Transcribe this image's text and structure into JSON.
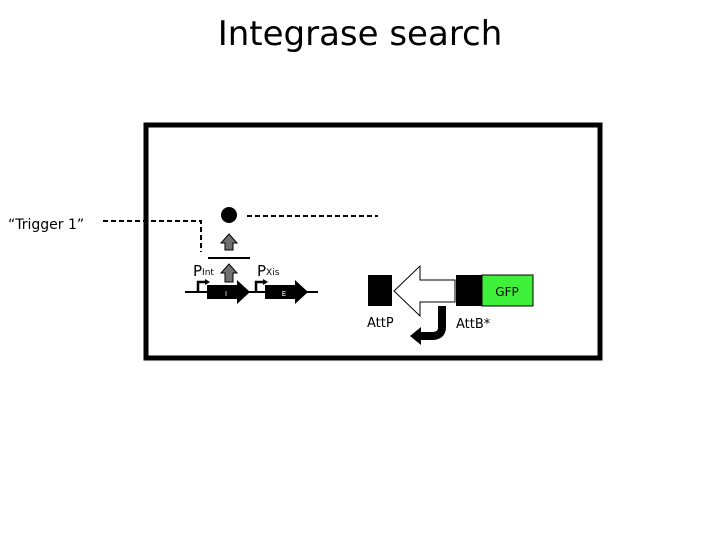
{
  "slide": {
    "title": "Integrase search",
    "trigger_label": "“Trigger 1”",
    "promoter_int": {
      "main": "P",
      "sub": "Int"
    },
    "promoter_xis": {
      "main": "P",
      "sub": "Xis"
    },
    "gene_i": "I",
    "gene_e": "E",
    "attp_label": "AttP",
    "attb_label": "AttB*",
    "gfp_label": "GFP",
    "colors": {
      "gfp": "#3ef03a",
      "protein_arrow": "#707070"
    }
  }
}
